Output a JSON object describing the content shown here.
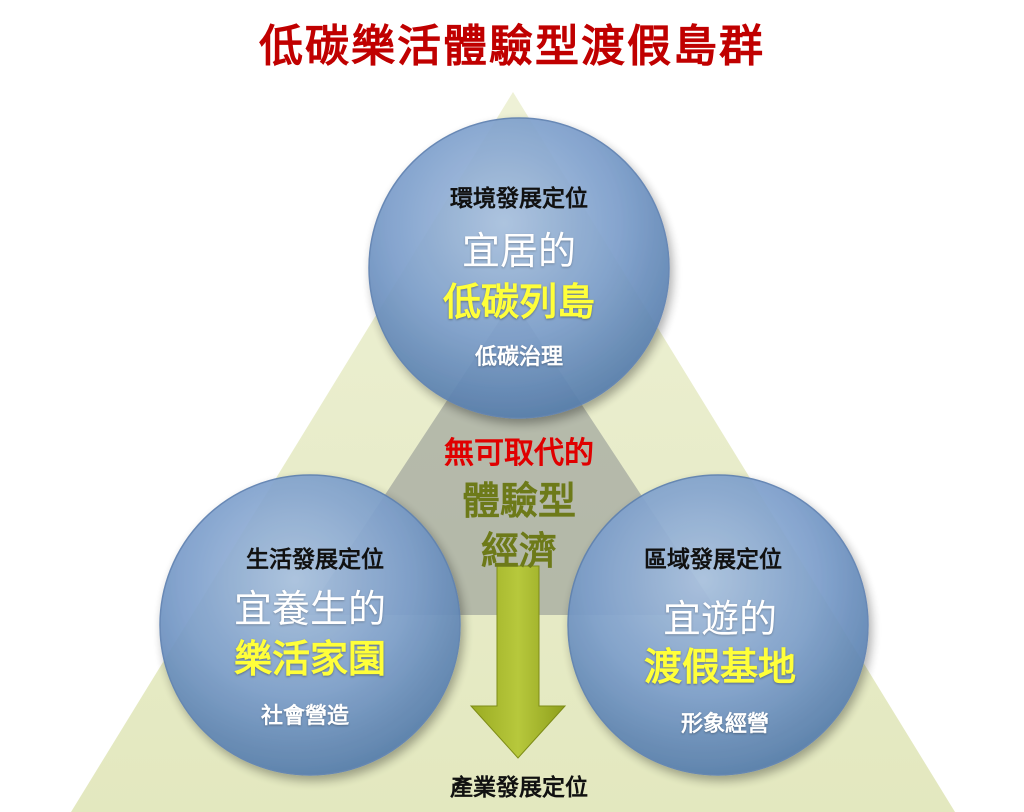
{
  "title": "低碳樂活體驗型渡假島群",
  "top_circle": {
    "position_label": "環境發展定位",
    "line1": "宜居的",
    "line2": "低碳列島",
    "sub_label": "低碳治理"
  },
  "left_circle": {
    "position_label": "生活發展定位",
    "line1": "宜養生的",
    "line2": "樂活家園",
    "sub_label": "社會營造"
  },
  "right_circle": {
    "position_label": "區域發展定位",
    "line1": "宜遊的",
    "line2": "渡假基地",
    "sub_label": "形象經營"
  },
  "center": {
    "line1": "無可取代的",
    "line2": "體驗型",
    "line3": "經濟"
  },
  "bottom_label": "產業發展定位",
  "colors": {
    "title": "#c00000",
    "triangle": "#e7ebc6",
    "circle": "#7fa2cc",
    "arrow": "#a6b72c",
    "center_red": "#e00000",
    "center_green": "#6d7a19",
    "highlight": "#ffff3a"
  }
}
